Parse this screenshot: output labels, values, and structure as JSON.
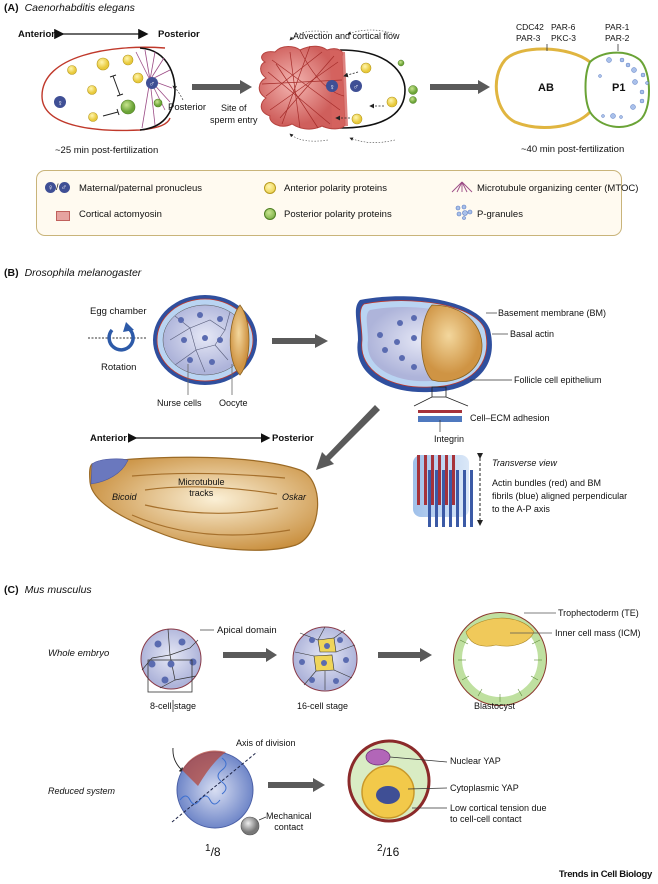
{
  "panel_a": {
    "letter": "(A)",
    "species": "Caenorhabditis elegans",
    "axis": {
      "anterior": "Anterior",
      "posterior": "Posterior"
    },
    "posterior_label": "Posterior",
    "sperm_entry": "Site of sperm entry",
    "sperm_entry_l1": "Site of",
    "sperm_entry_l2": "sperm entry",
    "flow_label": "Advection and cortical flow",
    "time_early": "~25 min post-fertilization",
    "time_late": "~40 min post-fertilization",
    "anterior_proteins_l1": "CDC42",
    "anterior_proteins_l2": "PAR-3",
    "anterior_proteins_l3": "PAR-6",
    "anterior_proteins_l4": "PKC-3",
    "posterior_proteins_l1": "PAR-1",
    "posterior_proteins_l2": "PAR-2",
    "cell_ab": "AB",
    "cell_p1": "P1",
    "legend": [
      {
        "icon": "pronucleus-icon",
        "label": "Maternal/paternal pronucleus"
      },
      {
        "icon": "anterior-protein-icon",
        "label": "Anterior polarity proteins"
      },
      {
        "icon": "mtoc-icon",
        "label": "Microtubule organizing center (MTOC)"
      },
      {
        "icon": "actomyosin-icon",
        "label": "Cortical actomyosin"
      },
      {
        "icon": "posterior-protein-icon",
        "label": "Posterior polarity proteins"
      },
      {
        "icon": "p-granules-icon",
        "label": "P-granules"
      }
    ],
    "female_symbol": "♀",
    "male_symbol": "♂",
    "slash": "/"
  },
  "panel_b": {
    "letter": "(B)",
    "species": "Drosophila melanogaster",
    "egg_chamber": "Egg chamber",
    "rotation": "Rotation",
    "nurse_cells": "Nurse cells",
    "oocyte": "Oocyte",
    "basement_membrane": "Basement membrane (BM)",
    "basal_actin": "Basal actin",
    "follicle_epithelium": "Follicle cell epithelium",
    "cell_ecm": "Cell–ECM adhesion",
    "integrin": "Integrin",
    "axis": {
      "anterior": "Anterior",
      "posterior": "Posterior"
    },
    "microtubule_l1": "Microtubule",
    "microtubule_l2": "tracks",
    "bicoid": "Bicoid",
    "oskar": "Oskar",
    "transverse_view": "Transverse view",
    "transverse_desc_l1": "Actin bundles (red) and BM",
    "transverse_desc_l2": "fibrils (blue) aligned perpendicular",
    "transverse_desc_l3": "to the A-P axis"
  },
  "panel_c": {
    "letter": "(C)",
    "species": "Mus musculus",
    "whole_embryo": "Whole embryo",
    "reduced_system": "Reduced system",
    "apical_domain": "Apical domain",
    "stage_8": "8-cell stage",
    "stage_16": "16-cell stage",
    "blastocyst": "Blastocyst",
    "trophectoderm": "Trophectoderm (TE)",
    "icm": "Inner cell mass (ICM)",
    "axis_division": "Axis of division",
    "mech_l1": "Mechanical",
    "mech_l2": "contact",
    "frac_1_num": "1",
    "frac_1_den": "/8",
    "frac_2_num": "2",
    "frac_2_den": "/16",
    "nuclear_yap": "Nuclear YAP",
    "cyto_yap": "Cytoplasmic YAP",
    "low_tension_l1": "Low cortical tension due",
    "low_tension_l2": "to cell-cell contact"
  },
  "footer": "Trends in Cell Biology",
  "colors": {
    "anterior_yellow": "#f6e36a",
    "posterior_green": "#8cc150",
    "pronucleus": "#3f4f95",
    "actomyosin": "#d9706e",
    "membrane_blue": "#3b5aa6",
    "oocyte_tan": "#d8a65a",
    "arrow_gray": "#5a5a5a"
  }
}
